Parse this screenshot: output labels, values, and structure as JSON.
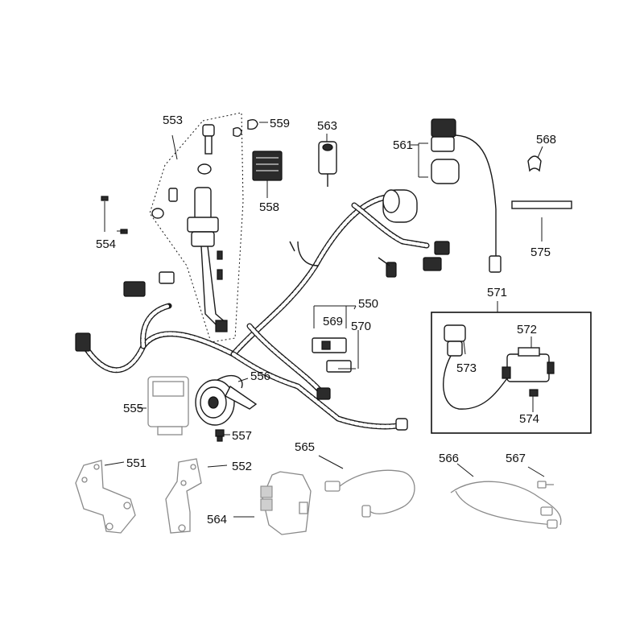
{
  "labels": {
    "p550": "550",
    "p551": "551",
    "p552": "552",
    "p553": "553",
    "p554": "554",
    "p555": "555",
    "p556": "556",
    "p557": "557",
    "p558": "558",
    "p559": "559",
    "p561": "561",
    "p563": "563",
    "p564": "564",
    "p565": "565",
    "p566": "566",
    "p567": "567",
    "p568": "568",
    "p569": "569",
    "p570": "570",
    "p571": "571",
    "p572": "572",
    "p573": "573",
    "p574": "574",
    "p575": "575"
  },
  "icons": {
    "ignition-switch": "ignition-switch-icon",
    "wire-harness": "wire-harness-icon",
    "ignition-coil": "ignition-coil-icon",
    "horn": "horn-icon",
    "relay": "relay-icon",
    "bracket": "bracket-icon"
  }
}
